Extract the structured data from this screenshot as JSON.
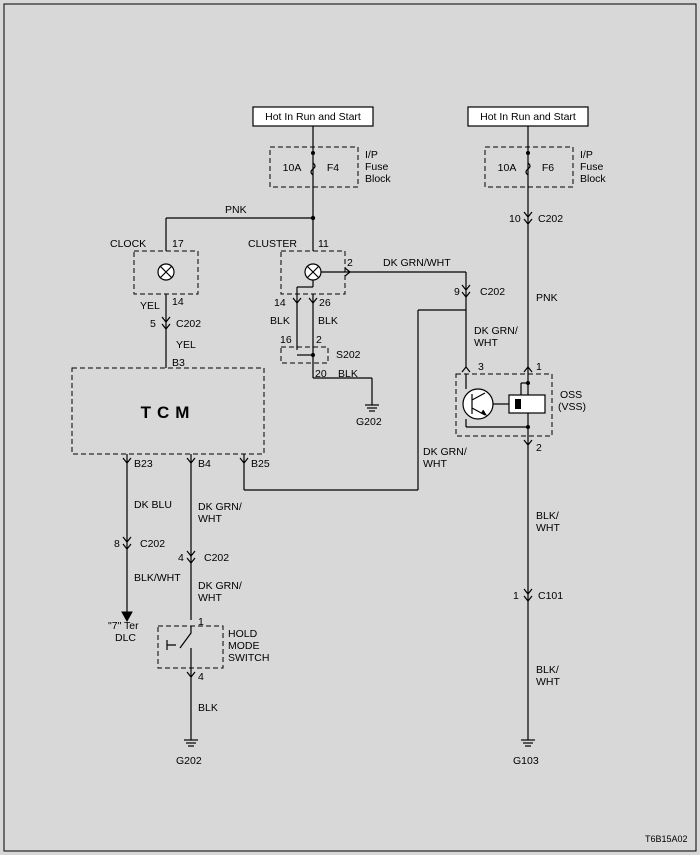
{
  "diagram_id": "T6B15A02",
  "power": {
    "left": {
      "label": "Hot In Run and Start",
      "fuse_rating": "10A",
      "fuse_id": "F4",
      "block": [
        "I/P",
        "Fuse",
        "Block"
      ]
    },
    "right": {
      "label": "Hot In Run and Start",
      "fuse_rating": "10A",
      "fuse_id": "F6",
      "block": [
        "I/P",
        "Fuse",
        "Block"
      ]
    }
  },
  "wires": {
    "pnk_top": "PNK",
    "clock_yel1": "YEL",
    "clock_yel2": "YEL",
    "dk_grn_wht_top": "DK GRN/WHT",
    "cluster_blk_left": "BLK",
    "cluster_blk_right": "BLK",
    "s202_blk": "BLK",
    "oss_in": [
      "DK GRN/",
      "WHT"
    ],
    "pnk_right": "PNK",
    "tcm_b25_wire": [
      "DK GRN/",
      "WHT"
    ],
    "dk_blu": "DK BLU",
    "blk_wht_dlc": "BLK/WHT",
    "b4_upper": [
      "DK GRN/",
      "WHT"
    ],
    "b4_lower": [
      "DK GRN/",
      "WHT"
    ],
    "hold_blk": "BLK",
    "oss_blk_wht1": [
      "BLK/",
      "WHT"
    ],
    "oss_blk_wht2": [
      "BLK/",
      "WHT"
    ]
  },
  "components": {
    "clock": "CLOCK",
    "cluster": "CLUSTER",
    "tcm": "TCM",
    "splice": "S202",
    "oss": [
      "OSS",
      "(VSS)"
    ],
    "hold": [
      "HOLD",
      "MODE",
      "SWITCH"
    ],
    "dlc": [
      "\"7\" Ter",
      "DLC"
    ]
  },
  "pins": {
    "clock_in": "17",
    "clock_out": "14",
    "cluster_in": "11",
    "cluster_out2": "2",
    "cluster_14": "14",
    "cluster_26": "26",
    "s202_16": "16",
    "s202_2": "2",
    "s202_20": "20",
    "tcm_b3": "B3",
    "tcm_b23": "B23",
    "tcm_b4": "B4",
    "tcm_b25": "B25",
    "oss_3": "3",
    "oss_1": "1",
    "oss_2": "2",
    "hold_1": "1",
    "hold_4": "4"
  },
  "connectors": {
    "clock_c202": {
      "pin": "5",
      "name": "C202"
    },
    "right_top_c202": {
      "pin": "10",
      "name": "C202"
    },
    "cluster_c202": {
      "pin": "9",
      "name": "C202"
    },
    "dlc_c202": {
      "pin": "8",
      "name": "C202"
    },
    "b4_c202": {
      "pin": "4",
      "name": "C202"
    },
    "c101": {
      "pin": "1",
      "name": "C101"
    }
  },
  "grounds": {
    "g202_top": "G202",
    "g202_bottom": "G202",
    "g103": "G103"
  }
}
